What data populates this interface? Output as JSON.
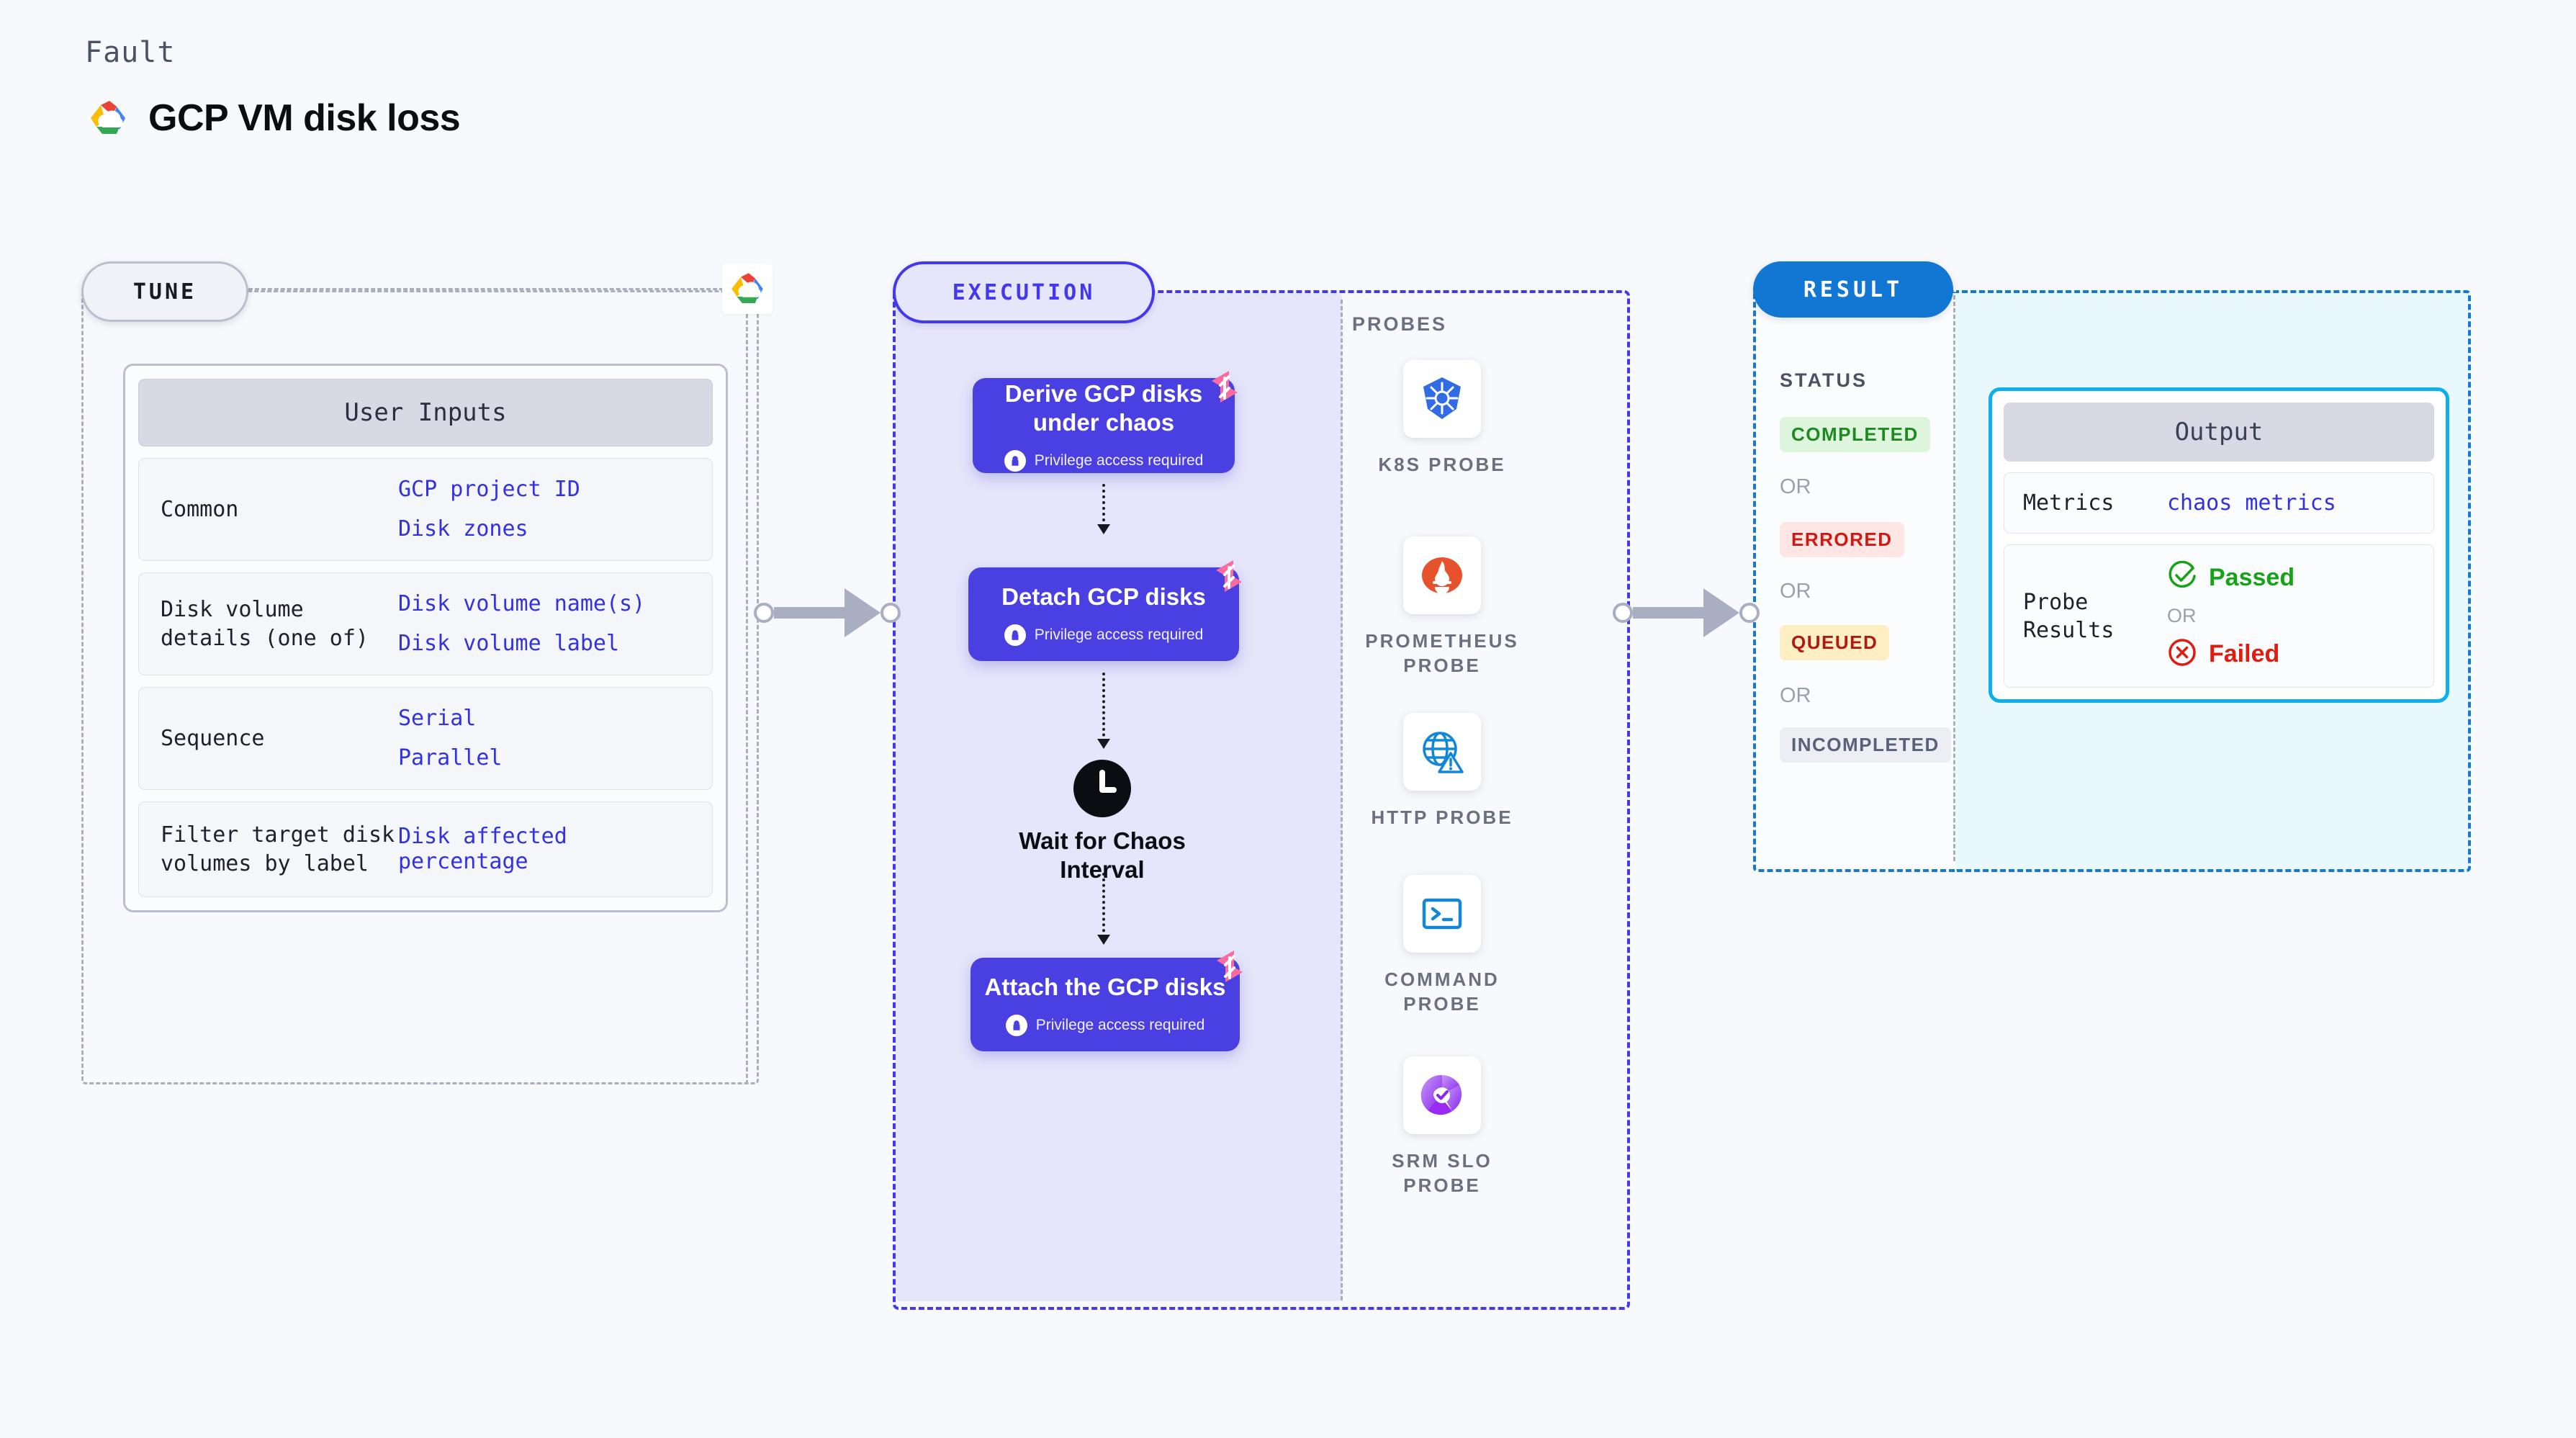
{
  "header": {
    "kicker": "Fault",
    "title": "GCP VM disk loss",
    "logo_icon": "gcp-cloud-logo"
  },
  "tune": {
    "badge": "TUNE",
    "node_icon": "gcp-cloud-logo",
    "card_title": "User Inputs",
    "rows": [
      {
        "key": "Common",
        "values": [
          "GCP project ID",
          "Disk zones"
        ]
      },
      {
        "key": "Disk volume details (one of)",
        "values": [
          "Disk volume name(s)",
          "Disk volume label"
        ]
      },
      {
        "key": "Sequence",
        "values": [
          "Serial",
          "Parallel"
        ]
      },
      {
        "key": "Filter target disk volumes by label",
        "values": [
          "Disk affected percentage"
        ]
      }
    ]
  },
  "execution": {
    "badge": "EXECUTION",
    "privilege_note": "Privilege access required",
    "steps": [
      {
        "title": "Derive GCP disks under chaos",
        "privileged": true,
        "badge_icon": "chaos-bolt-badge"
      },
      {
        "title": "Detach GCP disks",
        "privileged": true,
        "badge_icon": "chaos-bolt-badge"
      },
      {
        "title": "Attach the GCP disks",
        "privileged": true,
        "badge_icon": "chaos-bolt-badge"
      }
    ],
    "wait_node": {
      "label": "Wait for Chaos Interval",
      "icon": "clock-icon"
    }
  },
  "probes": {
    "title": "PROBES",
    "items": [
      {
        "label": "K8S PROBE",
        "icon": "kubernetes-icon"
      },
      {
        "label": "PROMETHEUS PROBE",
        "icon": "prometheus-icon"
      },
      {
        "label": "HTTP PROBE",
        "icon": "http-globe-icon"
      },
      {
        "label": "COMMAND PROBE",
        "icon": "terminal-icon"
      },
      {
        "label": "SRM SLO PROBE",
        "icon": "srm-slo-icon"
      }
    ]
  },
  "result": {
    "badge": "RESULT",
    "status_title": "STATUS",
    "or_label": "OR",
    "statuses": [
      {
        "label": "COMPLETED",
        "bg": "#ddf6dd",
        "fg": "#1f8a1f"
      },
      {
        "label": "ERRORED",
        "bg": "#fde6e4",
        "fg": "#cf1a14"
      },
      {
        "label": "QUEUED",
        "bg": "#fdeec3",
        "fg": "#b01a10"
      },
      {
        "label": "INCOMPLETED",
        "bg": "#eceef4",
        "fg": "#59607a"
      }
    ],
    "output": {
      "title": "Output",
      "metrics_key": "Metrics",
      "metrics_value": "chaos metrics",
      "probe_results_key": "Probe Results",
      "passed_label": "Passed",
      "failed_label": "Failed",
      "or_label": "OR"
    }
  },
  "colors": {
    "page_bg": "#f8f9fc",
    "execution_accent": "#4338ef",
    "execution_fill": "#e5e5fb",
    "step_card": "#4a3fe0",
    "result_accent": "#1276d3",
    "output_border": "#0db0ea",
    "output_fill": "#e9f8fd",
    "link_blue": "#3232e0",
    "chaos_pink": "#fb6aa0"
  }
}
